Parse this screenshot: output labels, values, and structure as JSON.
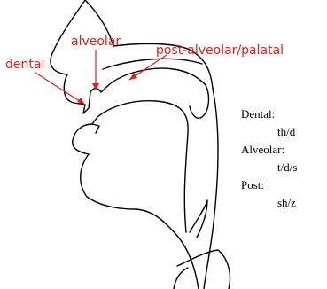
{
  "labels": {
    "dental": "dental",
    "alveolar": "alveolar",
    "post_alveolar_palatal": "post-alveolar/palatal"
  },
  "legend": [
    {
      "heading": "Dental:",
      "example": "th/d"
    },
    {
      "heading": "Alveolar:",
      "example": "t/d/s"
    },
    {
      "heading": "Post:",
      "example": "sh/z"
    }
  ],
  "colors": {
    "label_red": "#e0201a",
    "outline": "#000000"
  }
}
